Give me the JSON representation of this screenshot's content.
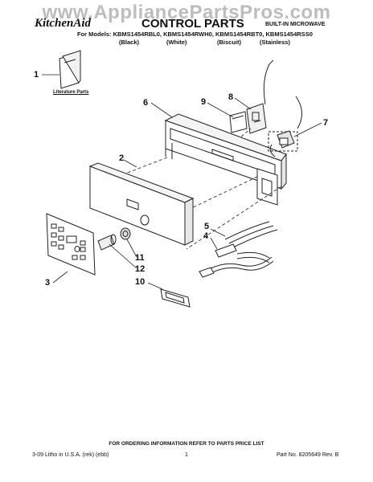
{
  "watermark": "www.AppliancePartsPros.com",
  "header": {
    "brand": "KitchenAid",
    "title": "CONTROL PARTS",
    "subtitle": "BUILT-IN MICROWAVE",
    "models": "For Models: KBMS1454RBL0, KBMS1454RWH0, KBMS1454RBT0, KBMS1454RSS0",
    "variants": [
      "(Black)",
      "(White)",
      "(Biscuit)",
      "(Stainless)"
    ]
  },
  "diagram": {
    "literature_label": "Literature Parts",
    "callouts": [
      "1",
      "2",
      "3",
      "4",
      "5",
      "6",
      "7",
      "8",
      "9",
      "10",
      "11",
      "12"
    ]
  },
  "footer": {
    "order_note": "FOR ORDERING INFORMATION REFER TO PARTS PRICE LIST",
    "left": "3-09 Litho in U.S.A. (rek) (ebb)",
    "page": "1",
    "right": "Part No. 8205649 Rev. B"
  }
}
